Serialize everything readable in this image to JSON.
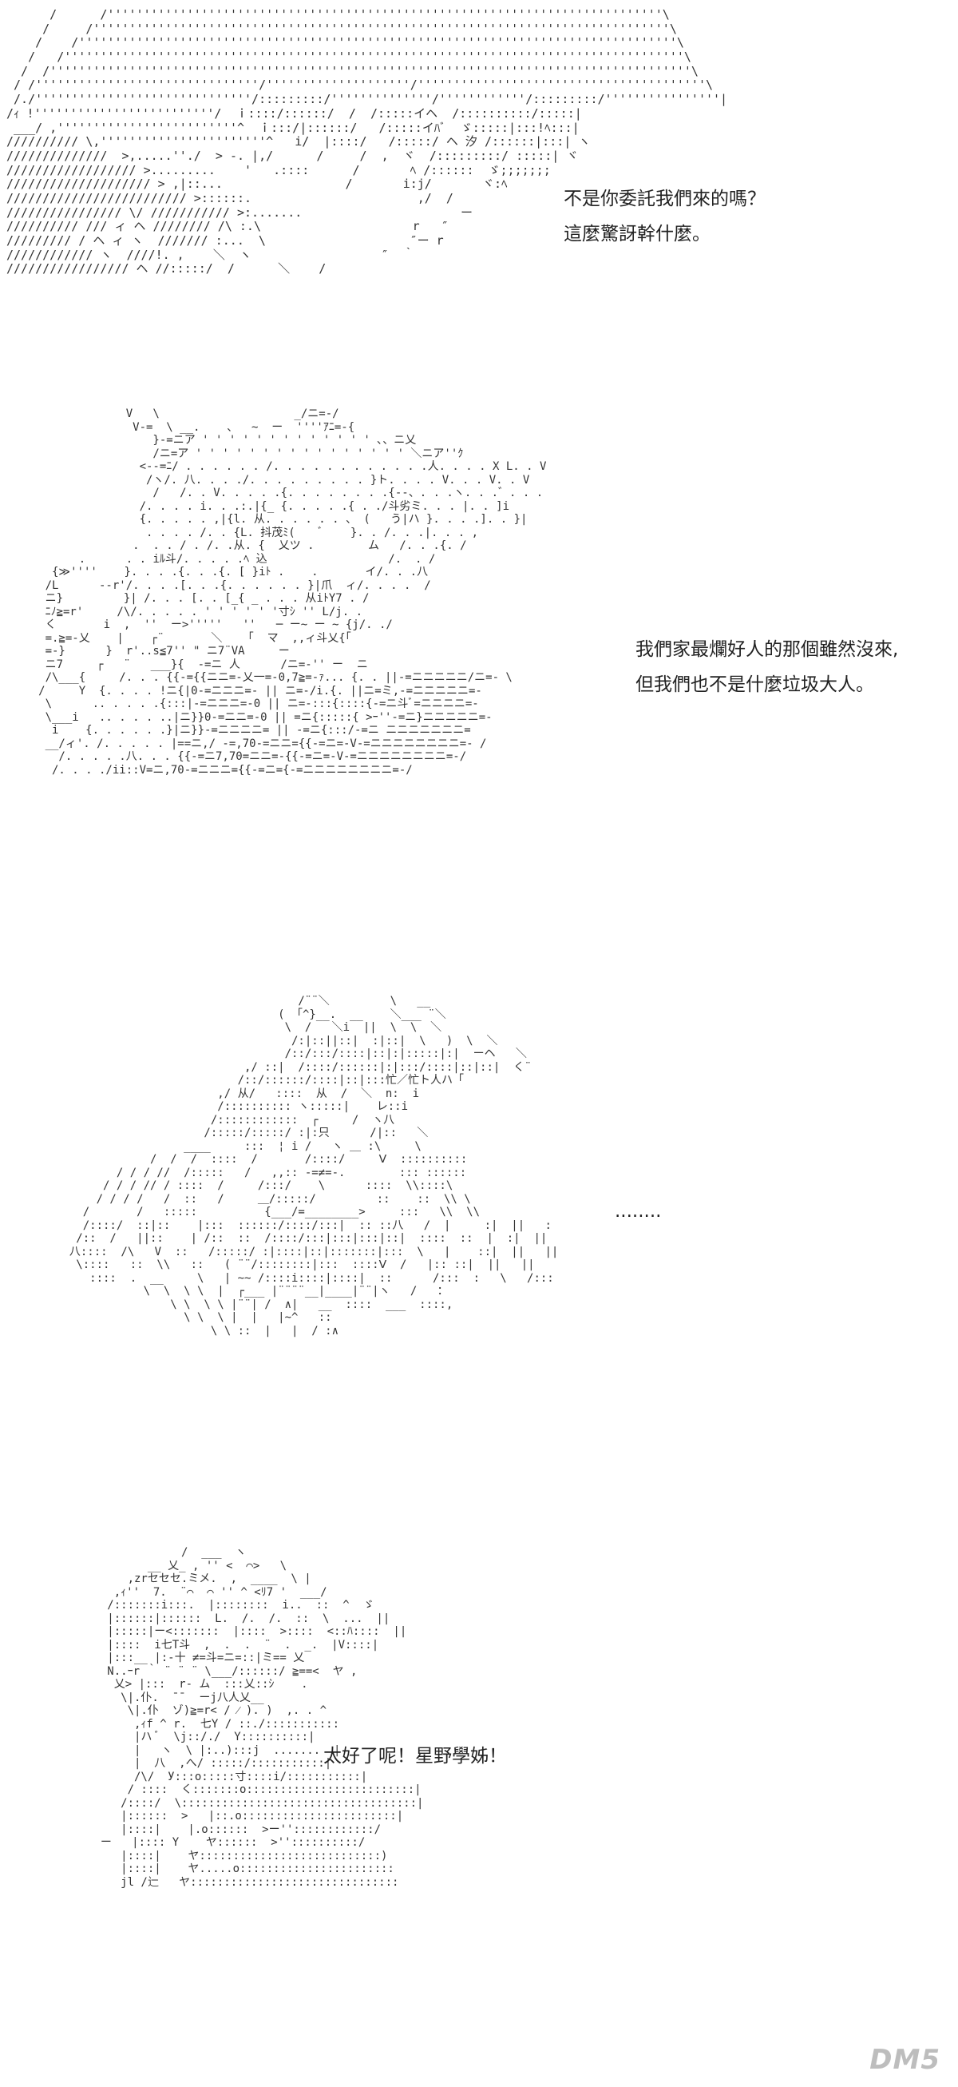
{
  "panels": [
    {
      "lines": [
        "不是你委託我們來的嗎？",
        "這麼驚訝幹什麼。"
      ]
    },
    {
      "lines": [
        "我們家最爛好人的那個雖然沒來,",
        "但我們也不是什麼垃圾大人。"
      ]
    },
    {
      "lines": [
        "........"
      ]
    },
    {
      "lines": [
        "太好了呢！星野學姊！"
      ]
    }
  ],
  "watermark": "DM5"
}
